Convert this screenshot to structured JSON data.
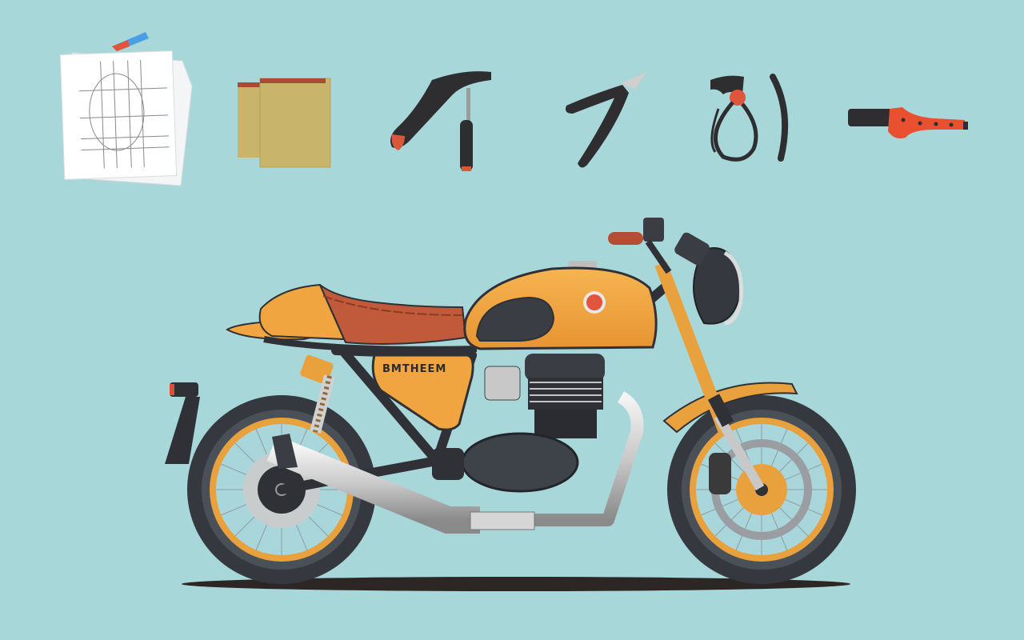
{
  "scene": {
    "background": "#a8d7da",
    "description": "Flat illustration of an orange cafe racer motorcycle with restoration tools above"
  },
  "tools": [
    {
      "name": "blueprint-papers",
      "label": "Blueprint sheets"
    },
    {
      "name": "sandpaper",
      "label": "Sandpaper sheets",
      "color": "#c8b46a"
    },
    {
      "name": "slide-hammer",
      "label": "Hammer tool",
      "color": "#2e2e30"
    },
    {
      "name": "cutters",
      "label": "Side cutters",
      "color": "#2e2e30"
    },
    {
      "name": "cable-lever",
      "label": "Clutch lever with cable",
      "color": "#2e2e30"
    },
    {
      "name": "tyre-lever",
      "label": "Orange tyre lever",
      "color": "#e8502f"
    }
  ],
  "motorcycle": {
    "tank_color": "#f0a540",
    "seat_color": "#c05a3a",
    "frame_color": "#2f3136",
    "rim_color": "#e9a13d",
    "side_panel_text": "BMTHEEM"
  }
}
